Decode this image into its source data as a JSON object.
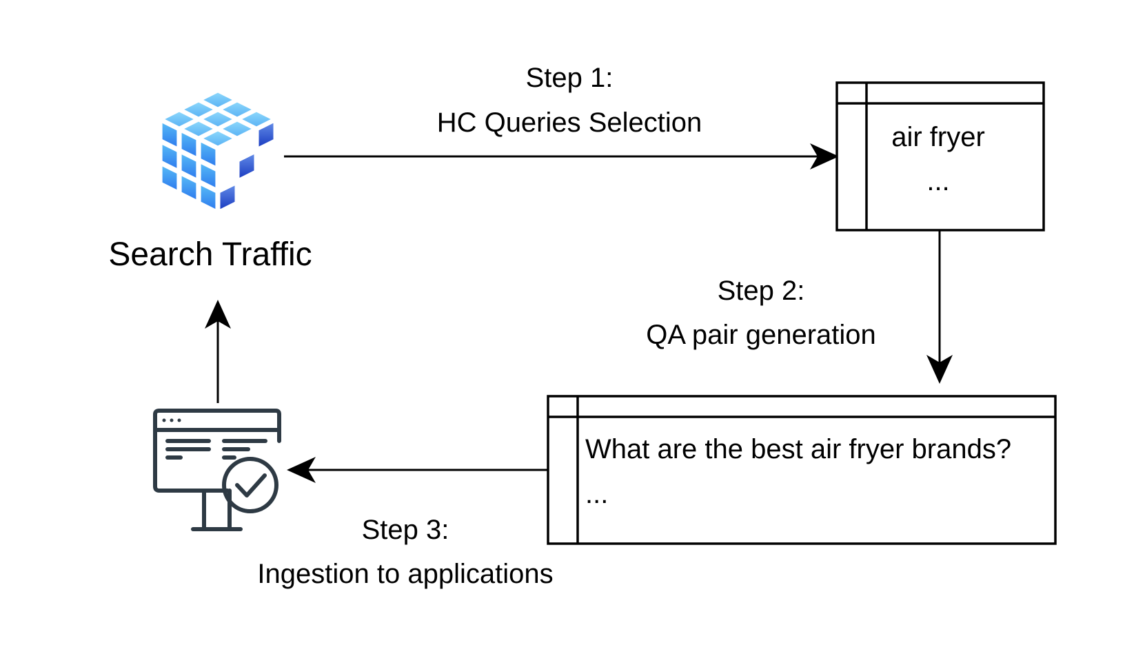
{
  "nodes": {
    "search_traffic": {
      "label": "Search Traffic",
      "icon": "data-cube-icon"
    },
    "queries_table": {
      "rows": [
        "air fryer",
        "..."
      ]
    },
    "qa_table": {
      "rows": [
        "What are the best air fryer brands?",
        "..."
      ]
    },
    "application": {
      "icon": "monitor-checkmark-icon"
    }
  },
  "steps": [
    {
      "title": "Step 1:",
      "description": "HC Queries Selection"
    },
    {
      "title": "Step 2:",
      "description": "QA pair generation"
    },
    {
      "title": "Step 3:",
      "description": "Ingestion to applications"
    }
  ],
  "colors": {
    "cube_light": "#7ccbf7",
    "cube_mid": "#3a8ff0",
    "cube_dark": "#1f45c8",
    "monitor_stroke": "#2e3a44",
    "line": "#000000"
  }
}
